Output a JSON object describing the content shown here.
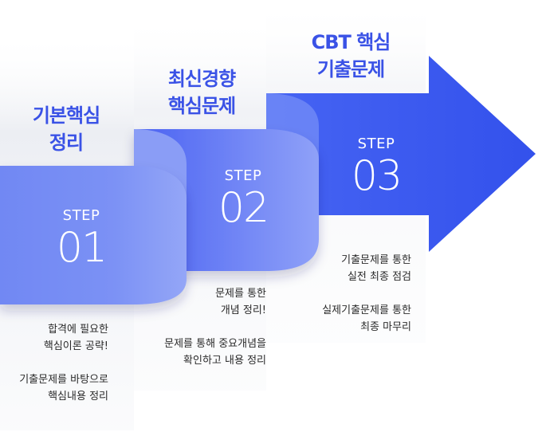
{
  "steps": [
    {
      "title_lines": [
        "기본핵심",
        "정리"
      ],
      "step_word": "STEP",
      "step_number": "01",
      "desc_groups": [
        [
          "합격에 필요한",
          "핵심이론 공략!"
        ],
        [
          "기출문제를 바탕으로",
          "핵심내용 정리"
        ]
      ]
    },
    {
      "title_lines": [
        "최신경향",
        "핵심문제"
      ],
      "step_word": "STEP",
      "step_number": "02",
      "desc_groups": [
        [
          "문제를 통한",
          "개념 정리!"
        ],
        [
          "문제를 통해 중요개념을",
          "확인하고 내용 정리"
        ]
      ]
    },
    {
      "title_lines": [
        "CBT 핵심",
        "기출문제"
      ],
      "step_word": "STEP",
      "step_number": "03",
      "desc_groups": [
        [
          "기출문제를 통한",
          "실전 최종 점검"
        ],
        [
          "실제기출문제를 통한",
          "최종 마무리"
        ]
      ]
    }
  ],
  "colors": {
    "title": "#3a52e6",
    "step1": "#6f86f2",
    "step2": "#5970f5",
    "step3": "#3957ee"
  }
}
